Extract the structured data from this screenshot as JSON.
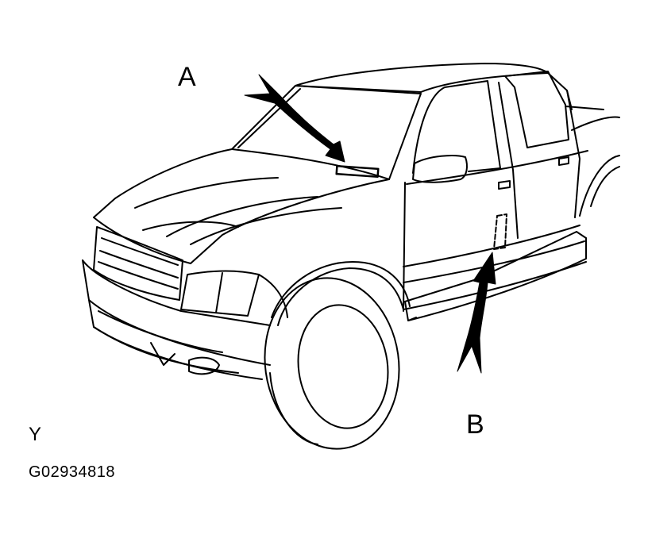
{
  "callouts": {
    "a": {
      "label": "A"
    },
    "b": {
      "label": "B"
    }
  },
  "figure": {
    "view_code": "Y",
    "figure_code": "G02934818"
  },
  "colors": {
    "line": "#000000",
    "background": "#ffffff"
  }
}
